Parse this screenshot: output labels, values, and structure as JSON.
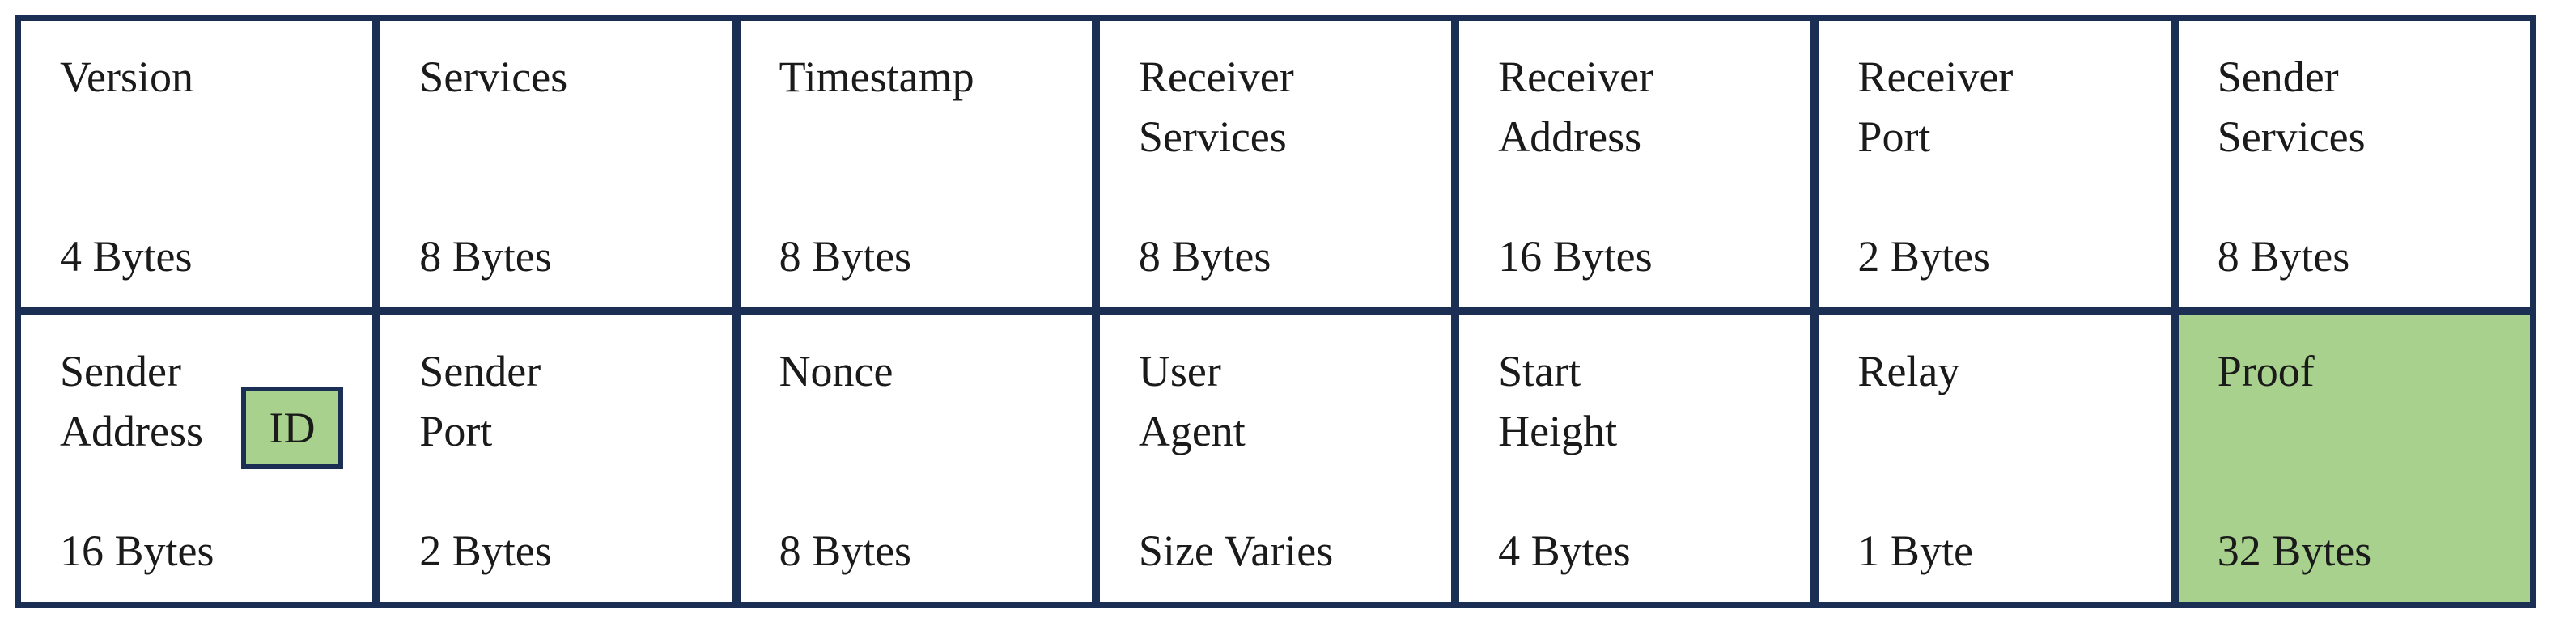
{
  "fields": [
    {
      "name": "Version",
      "size": "4 Bytes"
    },
    {
      "name": "Services",
      "size": "8 Bytes"
    },
    {
      "name": "Timestamp",
      "size": "8 Bytes"
    },
    {
      "name": "Receiver\nServices",
      "size": "8 Bytes"
    },
    {
      "name": "Receiver\nAddress",
      "size": "16 Bytes"
    },
    {
      "name": "Receiver\nPort",
      "size": "2 Bytes"
    },
    {
      "name": "Sender\nServices",
      "size": "8 Bytes"
    },
    {
      "name": "Sender\nAddress",
      "size": "16 Bytes",
      "badge": "ID"
    },
    {
      "name": "Sender\nPort",
      "size": "2 Bytes"
    },
    {
      "name": "Nonce",
      "size": "8 Bytes"
    },
    {
      "name": "User\nAgent",
      "size": "Size Varies"
    },
    {
      "name": "Start\nHeight",
      "size": "4 Bytes"
    },
    {
      "name": "Relay",
      "size": "1 Byte"
    },
    {
      "name": "Proof",
      "size": "32 Bytes"
    }
  ],
  "colors": {
    "border": "#1b2f55",
    "highlight": "#a8d18d",
    "cell": "#ffffff"
  }
}
